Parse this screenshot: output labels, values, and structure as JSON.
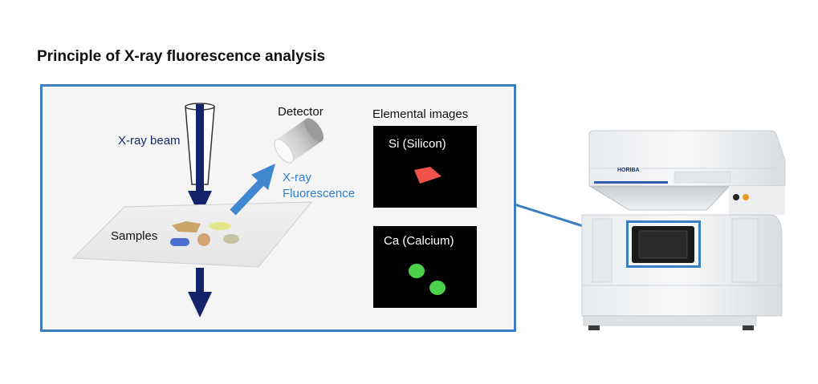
{
  "title": "Principle of X-ray fluorescence analysis",
  "labels": {
    "xray_beam": "X-ray beam",
    "detector": "Detector",
    "fluorescence_line1": "X-ray",
    "fluorescence_line2": "Fluorescence",
    "samples": "Samples",
    "elemental_images": "Elemental images"
  },
  "elemental_images": [
    {
      "label": "Si (Silicon)",
      "color": "#f0534a"
    },
    {
      "label": "Ca (Calcium)",
      "color": "#4cd14a"
    }
  ],
  "instrument": {
    "brand": "HORIBA"
  },
  "colors": {
    "frame_blue": "#3c7ec2",
    "beam_navy": "#15236b",
    "fluorescence_blue": "#3f88d0",
    "fluorescence_text": "#2f7fd0",
    "beam_text": "#1a2a6a"
  },
  "sample_colors": [
    "#c9a56a",
    "#e2e88a",
    "#4b6fcf",
    "#d2a474",
    "#c6c3a2"
  ]
}
